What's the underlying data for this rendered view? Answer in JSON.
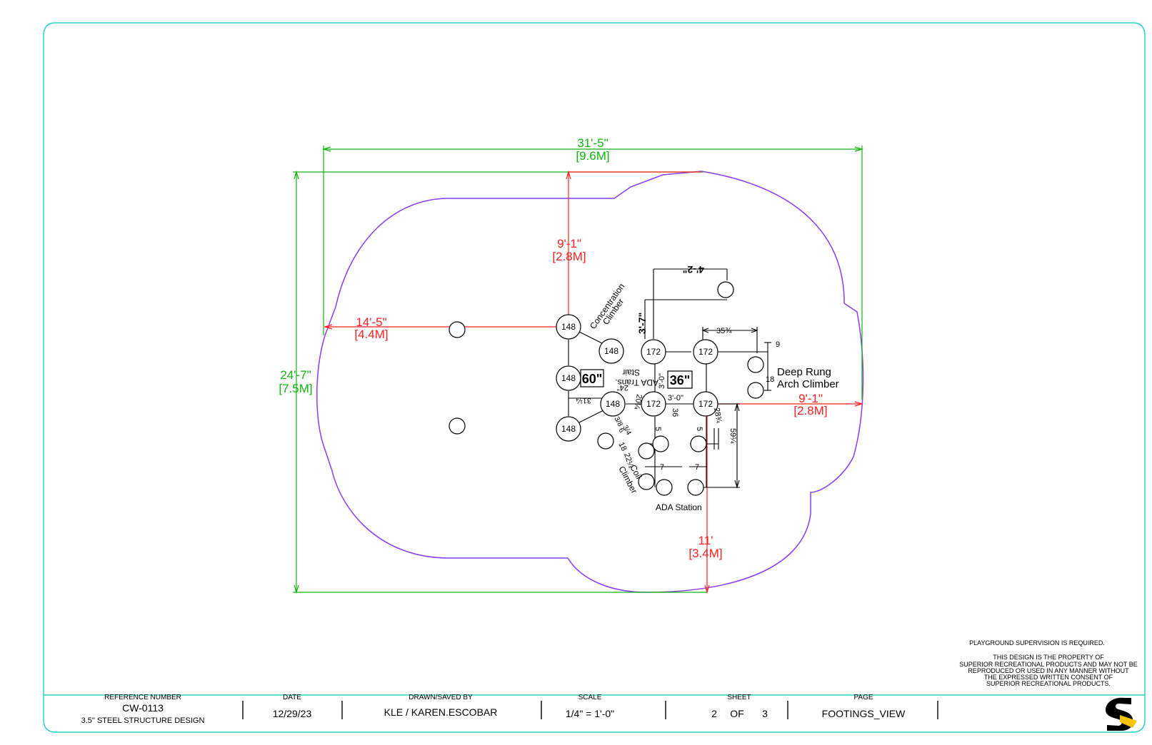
{
  "colors": {
    "border": "#29d3c6",
    "surfacing": "#8a3cf0",
    "overall_dim": "#12b512",
    "offset_dim": "#ff2020",
    "linework": "#000000"
  },
  "dimensions": {
    "overall_width": {
      "imperial": "31'-5\"",
      "metric": "[9.6M]"
    },
    "overall_depth": {
      "imperial": "24'-7\"",
      "metric": "[7.5M]"
    },
    "top_offset": {
      "imperial": "9'-1\"",
      "metric": "[2.8M]"
    },
    "left_offset": {
      "imperial": "14'-5\"",
      "metric": "[4.4M]"
    },
    "right_offset": {
      "imperial": "9'-1\"",
      "metric": "[2.8M]"
    },
    "bottom_offset": {
      "imperial": "11'",
      "metric": "[3.4M]"
    }
  },
  "footings": {
    "post_148": "148",
    "post_172": "172"
  },
  "deck_heights": {
    "a": "60\"",
    "b": "36\""
  },
  "components": {
    "concentration_climber_l1": "Concentration",
    "concentration_climber_l2": "Climber",
    "stair": "Stair",
    "ada_trans": "ADA Trans.",
    "deep_rung_l1": "Deep Rung",
    "deep_rung_l2": "Arch Climber",
    "coil_climber_l1": "Coil",
    "coil_climber_l2": "Climber",
    "ada_station": "ADA Station"
  },
  "detail_dims": {
    "d_4_2": "4'-2\"",
    "d_3_7": "3'-7\"",
    "d_35_3q": "35¾",
    "d_9": "9",
    "d_18a": "18",
    "d_3_0h": "3'-0\"",
    "d_3_0v": "3'-0\"",
    "d_36": "36",
    "d_24": "24\"",
    "d_20q": "20¼",
    "d_31q": "31¼",
    "d_28_3q": "28¾",
    "d_59q": "59¼",
    "d_5a": "5",
    "d_5b": "5",
    "d_7a": "7",
    "d_7b": "7",
    "d_22q": "22¼",
    "d_18b": "18",
    "d_3_4": "3/4",
    "d_3_8": "3/8",
    "d_6": "6"
  },
  "notes": {
    "supervision": "PLAYGROUND SUPERVISION IS REQUIRED.",
    "property_1": "THIS DESIGN IS THE PROPERTY OF",
    "property_2": "SUPERIOR RECREATIONAL PRODUCTS AND MAY NOT BE",
    "property_3": "REPRODUCED OR USED IN ANY MANNER WITHOUT",
    "property_4": "THE EXPRESSED WRITTEN CONSENT OF",
    "property_5": "SUPERIOR RECREATIONAL PRODUCTS."
  },
  "title_block": {
    "reference_label": "REFERENCE NUMBER",
    "reference_value": "CW-0113",
    "reference_sub": "3.5\" STEEL STRUCTURE DESIGN",
    "date_label": "DATE",
    "date_value": "12/29/23",
    "drawn_label": "DRAWN/SAVED BY",
    "drawn_value": "KLE / KAREN.ESCOBAR",
    "scale_label": "SCALE",
    "scale_value": "1/4\" = 1'-0\"",
    "sheet_label": "SHEET",
    "sheet_num": "2",
    "sheet_of": "OF",
    "sheet_total": "3",
    "page_label": "PAGE",
    "page_value": "FOOTINGS_VIEW",
    "logo_letter": "S"
  }
}
